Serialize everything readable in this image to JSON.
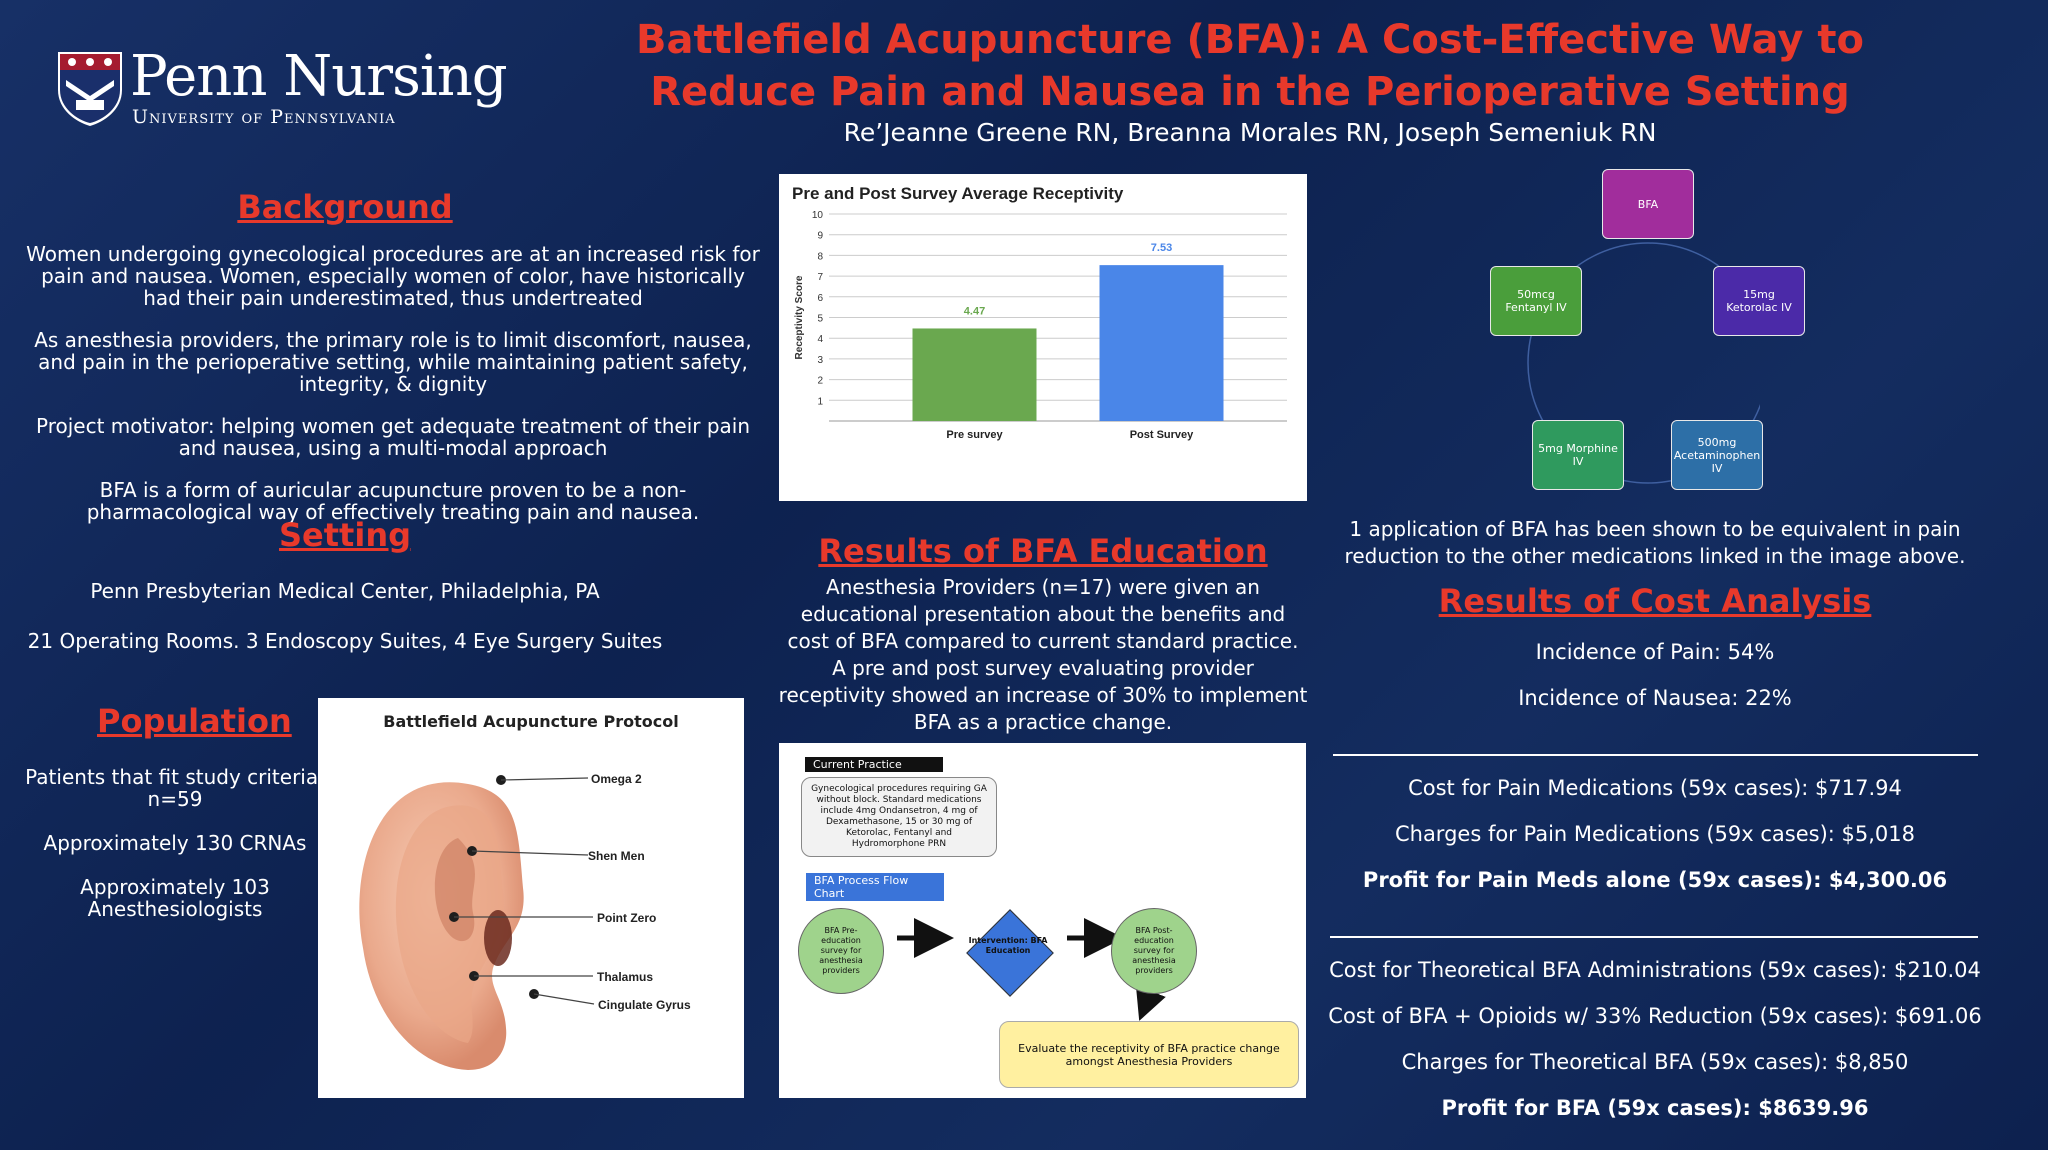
{
  "header": {
    "title": "Battlefield Acupuncture (BFA): A Cost-Effective Way to Reduce Pain and Nausea in the Perioperative Setting",
    "authors": "Re’Jeanne Greene RN, Breanna Morales RN, Joseph Semeniuk RN"
  },
  "logo": {
    "name": "Penn Nursing",
    "subtitle": "University of Pennsylvania"
  },
  "background": {
    "heading": "Background",
    "paragraphs": [
      "Women undergoing gynecological procedures are at an increased risk for pain and nausea. Women, especially women of color, have historically had their pain underestimated, thus undertreated",
      "As anesthesia providers, the primary role is to limit discomfort, nausea, and pain in the perioperative setting, while maintaining patient safety, integrity, & dignity",
      "Project motivator: helping women get adequate treatment of their pain and nausea, using a multi-modal approach",
      "BFA is a form of auricular acupuncture proven to be a non-pharmacological way of effectively treating pain and nausea."
    ]
  },
  "setting": {
    "heading": "Setting",
    "line1": "Penn Presbyterian Medical Center, Philadelphia, PA",
    "line2": "21 Operating Rooms. 3 Endoscopy Suites, 4 Eye Surgery Suites"
  },
  "population": {
    "heading": "Population",
    "items": [
      "Patients that fit study criteria: n=59",
      "Approximately 130 CRNAs",
      "Approximately 103 Anesthesiologists"
    ]
  },
  "ear_figure": {
    "title": "Battlefield Acupuncture Protocol",
    "points": [
      "Omega 2",
      "Shen Men",
      "Point Zero",
      "Thalamus",
      "Cingulate Gyrus"
    ]
  },
  "chart_data": {
    "type": "bar",
    "title": "Pre and Post Survey Average Receptivity",
    "categories": [
      "Pre survey",
      "Post Survey"
    ],
    "values": [
      4.47,
      7.53
    ],
    "data_labels": [
      "4.47",
      "7.53"
    ],
    "colors": [
      "#6aa84f",
      "#4a86e8"
    ],
    "ylabel": "Receptivity Score",
    "xlabel": "",
    "ylim": [
      0,
      10
    ],
    "yticks": [
      1,
      2,
      3,
      4,
      5,
      6,
      7,
      8,
      9,
      10
    ],
    "grid": true
  },
  "results_education": {
    "heading": "Results of BFA Education",
    "text": "Anesthesia Providers (n=17) were given an educational presentation about the benefits and cost of BFA compared to current standard practice. A pre and post survey evaluating provider receptivity showed an increase of 30% to implement BFA as a practice change."
  },
  "flow_chart": {
    "current_practice_label": "Current Practice",
    "current_practice_text": "Gynecological procedures requiring GA without block. Standard medications include 4mg Ondansetron, 4 mg of Dexamethasone, 15 or 30 mg of Ketorolac, Fentanyl and Hydromorphone PRN",
    "process_label": "BFA Process Flow Chart",
    "step1": "BFA Pre-education survey for anesthesia providers",
    "step2": "Intervention: BFA Education",
    "step3": "BFA Post-education survey for anesthesia providers",
    "final": "Evaluate the receptivity of BFA practice change amongst Anesthesia Providers"
  },
  "cycle": {
    "nodes": {
      "bfa": "BFA",
      "ketorolac": "15mg Ketorolac IV",
      "acetaminophen": "500mg Acetaminophen IV",
      "morphine": "5mg Morphine IV",
      "fentanyl": "50mcg Fentanyl IV"
    },
    "caption": "1 application of BFA has been shown to be equivalent in pain reduction to the other medications linked in the image above."
  },
  "cost_analysis": {
    "heading": "Results of Cost Analysis",
    "incidence_pain": "Incidence of Pain: 54%",
    "incidence_nausea": "Incidence of Nausea: 22%",
    "pain_cost": "Cost for Pain Medications (59x cases): $717.94",
    "pain_charges": "Charges for Pain Medications (59x cases): $5,018",
    "pain_profit": "Profit for Pain Meds alone (59x cases): $4,300.06",
    "bfa_cost": "Cost for Theoretical BFA Administrations (59x cases): $210.04",
    "bfa_opioid_cost": "Cost of BFA + Opioids w/ 33% Reduction (59x cases): $691.06",
    "bfa_charges": "Charges for Theoretical BFA (59x cases): $8,850",
    "bfa_profit": "Profit for BFA (59x cases): $8639.96"
  }
}
